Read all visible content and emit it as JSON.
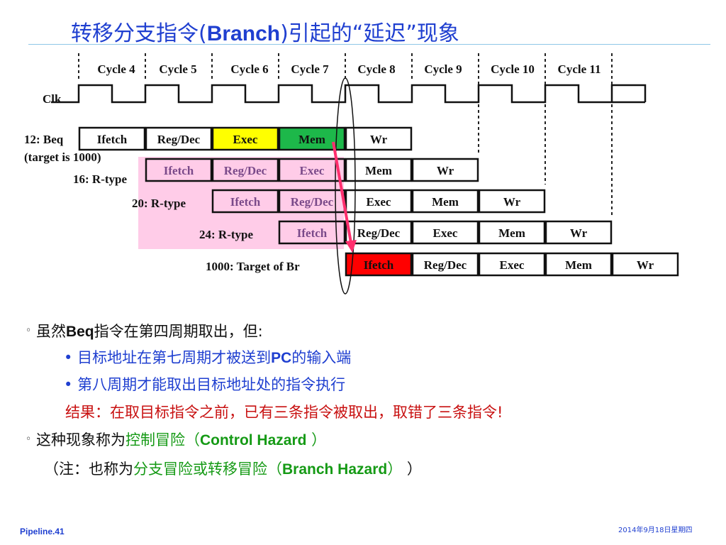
{
  "slide": {
    "title_pre": "转移分支指令(",
    "title_bold": "Branch",
    "title_post": ")引起的“延迟”现象",
    "footer_left": "Pipeline.41",
    "footer_right": "2014年9月18日星期四"
  },
  "diagram": {
    "cycles": [
      "Cycle 4",
      "Cycle 5",
      "Cycle 6",
      "Cycle 7",
      "Cycle 8",
      "Cycle 9",
      "Cycle 10",
      "Cycle 11"
    ],
    "clk_label": "Clk",
    "instructions": [
      {
        "label": "12: Beq",
        "sublabel": "(target is 1000)",
        "stages": [
          "Ifetch",
          "Reg/Dec",
          "Exec",
          "Mem",
          "Wr"
        ]
      },
      {
        "label": "16: R-type",
        "stages": [
          "Ifetch",
          "Reg/Dec",
          "Exec",
          "Mem",
          "Wr"
        ]
      },
      {
        "label": "20: R-type",
        "stages": [
          "Ifetch",
          "Reg/Dec",
          "Exec",
          "Mem",
          "Wr"
        ]
      },
      {
        "label": "24: R-type",
        "stages": [
          "Ifetch",
          "Reg/Dec",
          "Exec",
          "Mem",
          "Wr"
        ]
      },
      {
        "label": "1000: Target of Br",
        "stages": [
          "Ifetch",
          "Reg/Dec",
          "Exec",
          "Mem",
          "Wr"
        ]
      }
    ],
    "colors": {
      "exec_highlight": "#ffff00",
      "mem_highlight": "#1db84a",
      "target_ifetch": "#ff0000",
      "flush_region": "#ffcce8",
      "arrow": "#ff2f6e"
    }
  },
  "bullets": {
    "b1_pre": "虽然",
    "b1_bold": "Beq",
    "b1_post": "指令在第四周期取出，但:",
    "b1a_pre": "目标地址在第七周期才被送到",
    "b1a_bold": "PC",
    "b1a_post": "的输入端",
    "b1b": "第八周期才能取出目标地址处的指令执行",
    "result": "结果：在取目标指令之前，已有三条指令被取出，取错了三条指令!",
    "b2_pre": "这种现象称为",
    "b2_green": "控制冒险（",
    "b2_bold": "Control Hazard",
    "b2_green_end": " ）",
    "note_pre": "（注：也称为",
    "note_green": "分支冒险或转移冒险（",
    "note_bold": "Branch Hazard",
    "note_green_end": "）",
    "note_end": " ）"
  }
}
